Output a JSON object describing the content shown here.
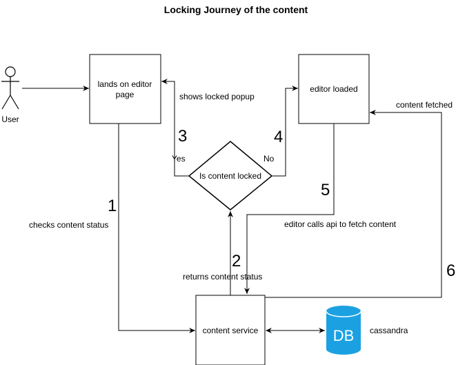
{
  "title": "Locking Journey of the content",
  "actor": {
    "label": "User"
  },
  "nodes": {
    "editor_page": {
      "line1": "lands on editor",
      "line2": "page"
    },
    "editor_loaded": {
      "label": "editor loaded"
    },
    "decision": {
      "label": "Is content locked"
    },
    "content_service": {
      "label": "content service"
    },
    "db": {
      "icon_text": "DB",
      "label": "cassandra",
      "color": "#1ba1e2"
    }
  },
  "edges": {
    "yes": "Yes",
    "no": "No",
    "shows_locked_popup": "shows locked popup",
    "content_fetched": "content fetched",
    "checks_status": "checks  content status",
    "returns_status": "returns content status",
    "editor_calls_api": "editor calls api to fetch content"
  },
  "steps": [
    "1",
    "2",
    "3",
    "4",
    "5",
    "6"
  ]
}
